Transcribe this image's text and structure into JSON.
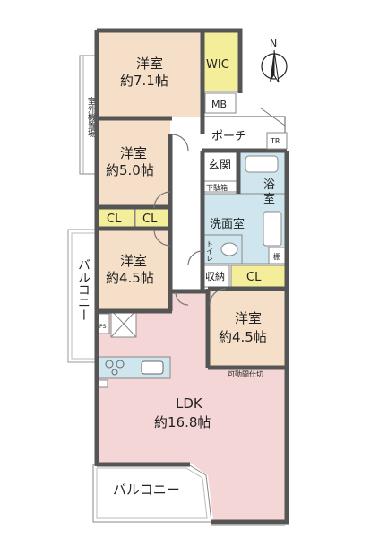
{
  "rooms": {
    "western_7_1": {
      "name": "洋室",
      "size": "約7.1帖"
    },
    "western_5_0": {
      "name": "洋室",
      "size": "約5.0帖"
    },
    "western_4_5_left": {
      "name": "洋室",
      "size": "約4.5帖"
    },
    "western_4_5_right": {
      "name": "洋室",
      "size": "約4.5帖"
    },
    "ldk": {
      "name": "LDK",
      "size": "約16.8帖"
    }
  },
  "labels": {
    "wic": "WIC",
    "mb": "MB",
    "porch": "ポーチ",
    "tr": "TR",
    "entrance": "玄関",
    "shoe_box": "下駄箱",
    "bath": "浴\n室",
    "bath_top": "浴",
    "bath_bottom": "室",
    "washroom": "洗面室",
    "toilet": "トイレ",
    "shelf": "棚",
    "storage": "収納",
    "cl": "CL",
    "outdoor_unit": "室外機置場",
    "balcony_vertical": "バルコニー",
    "balcony_bottom": "バルコニー",
    "ps": "PS",
    "movable_partition": "可動間仕切",
    "north": "N"
  },
  "colors": {
    "western_room": "#f5dfc8",
    "ldk": "#f5d6d6",
    "water_area": "#cfe6ee",
    "closet": "#f4ee9a",
    "wall": "#555555",
    "background": "#ffffff"
  }
}
